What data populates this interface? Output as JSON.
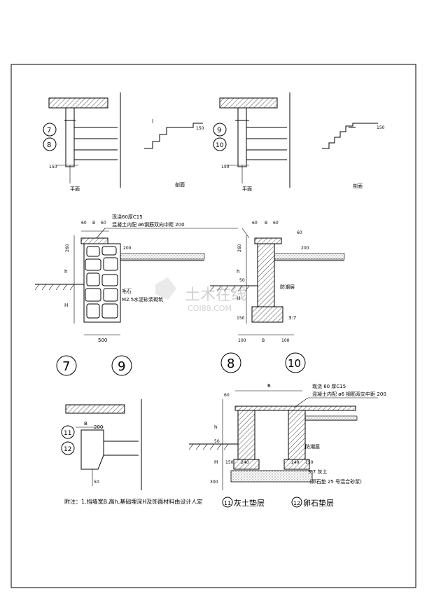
{
  "labels": {
    "plan": "平面",
    "section": "剖面",
    "d1_ref_top": "7",
    "d1_ref_bottom": "8",
    "d1_dim": "150",
    "d2_ref_top": "9",
    "d2_ref_bottom": "10",
    "d2_dim": "150",
    "d3_ref_top": "11",
    "d3_ref_bottom": "12",
    "d3_dim_b": "B",
    "d3_dim_200": "200",
    "d3_dim_50": "50",
    "n60": "60",
    "nB": "B",
    "n260": "260",
    "n200": "200",
    "nh": "h",
    "nH": "H",
    "n50": "50",
    "n500": "500",
    "n100": "100",
    "n150": "150",
    "n240": "240",
    "n300": "300",
    "n37": "3:7",
    "cap_note_1": "现浇60厚C15",
    "cap_note_2": "混凝土内配 ø6钢筋双向中距 200",
    "cap_note_1b": "现浇 60 厚C15",
    "cap_note_2b": "混凝土内配 ø6 钢筋双向中距 200",
    "rubble": "毛石",
    "mortar": "M2.5水泥砂浆砌筑",
    "dampproof": "防潮层",
    "dampproof2": "防潮层",
    "lime": "3:7 灰土",
    "gravel": "(卵石垫 25 号混合砂浆)",
    "circle7": "7",
    "circle8": "8",
    "circle9": "9",
    "circle10": "10",
    "note": "附注：1.挡墙宽B,高h,基础埋深H及饰面材料由设计人定",
    "title11_num": "11",
    "title11_text": "灰土垫层",
    "title12_num": "12",
    "title12_text": "卵石垫层"
  },
  "watermark": {
    "text": "土木在线",
    "sub": "COI88.COM"
  }
}
